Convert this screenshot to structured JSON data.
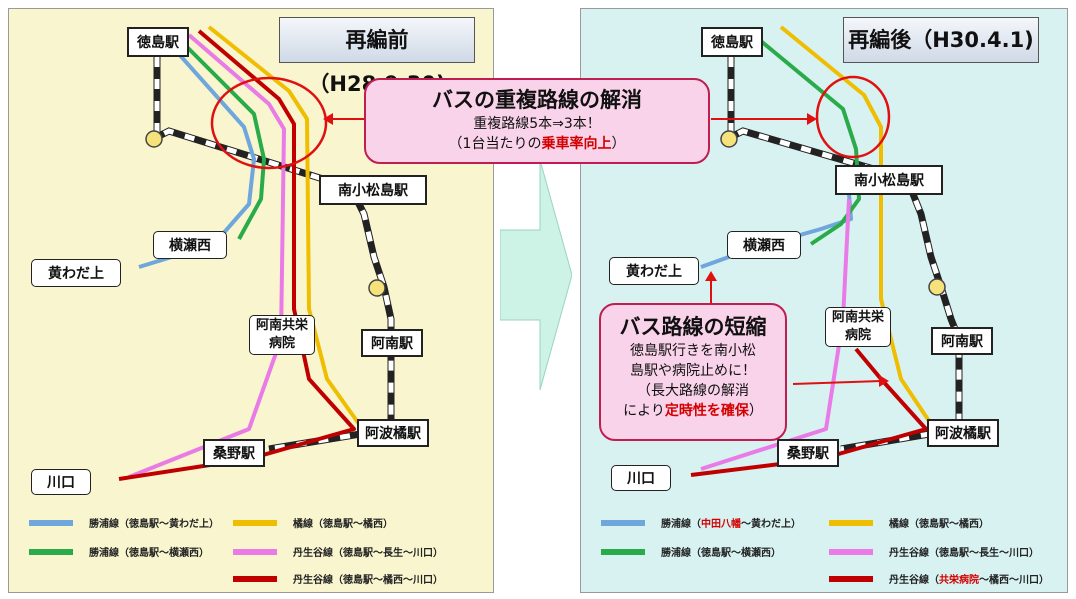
{
  "colors": {
    "before_bg": "#f8f5cf",
    "after_bg": "#d8f2f2",
    "katsuura": "#6fa6dc",
    "katsuura2": "#2aab4a",
    "tachibana": "#efbe00",
    "niudani1": "#e97ae6",
    "niudani2": "#c00000",
    "callout_fill": "#f9d3ea",
    "callout_border": "#c01d50",
    "accent_red": "#d40000",
    "big_arrow": "#cdf2e6"
  },
  "before": {
    "title": "再編前（H28.9.30)",
    "stations": {
      "tokushima": "徳島駅",
      "minamikomatsushima": "南小松島駅",
      "anan": "阿南駅",
      "awatachibana": "阿波橘駅",
      "kuwano": "桑野駅"
    },
    "stops": {
      "yokosenishi": "横瀬西",
      "kiwadakami": "黄わだ上",
      "hospital_l1": "阿南共栄",
      "hospital_l2": "病院",
      "kawaguchi": "川口"
    },
    "legend": [
      {
        "color": "#6fa6dc",
        "text": "勝浦線（徳島駅～黄わだ上）"
      },
      {
        "color": "#efbe00",
        "text": "橘線（徳島駅～橘西）"
      },
      {
        "color": "#2aab4a",
        "text": "勝浦線（徳島駅～横瀬西）"
      },
      {
        "color": "#e97ae6",
        "text": "丹生谷線（徳島駅～長生～川口）"
      },
      {
        "color": "#c00000",
        "text": "丹生谷線（徳島駅～橘西～川口）"
      }
    ]
  },
  "after": {
    "title": "再編後（H30.4.1)",
    "stations": {
      "tokushima": "徳島駅",
      "minamikomatsushima": "南小松島駅",
      "anan": "阿南駅",
      "awatachibana": "阿波橘駅",
      "kuwano": "桑野駅"
    },
    "stops": {
      "yokosenishi": "横瀬西",
      "kiwadakami": "黄わだ上",
      "hospital_l1": "阿南共栄",
      "hospital_l2": "病院",
      "kawaguchi": "川口"
    },
    "legend": [
      {
        "color": "#6fa6dc",
        "pre": "勝浦線（",
        "red": "中田八幡",
        "post": "～黄わだ上）"
      },
      {
        "color": "#efbe00",
        "pre": "橘線（徳島駅～橘西）",
        "red": "",
        "post": ""
      },
      {
        "color": "#2aab4a",
        "pre": "勝浦線（徳島駅～横瀬西）",
        "red": "",
        "post": ""
      },
      {
        "color": "#e97ae6",
        "pre": "丹生谷線（徳島駅～長生～川口）",
        "red": "",
        "post": ""
      },
      {
        "color": "#c00000",
        "pre": "丹生谷線（",
        "red": "共栄病院",
        "post": "～橘西～川口）"
      }
    ]
  },
  "callout_overlap": {
    "head": "バスの重複路線の解消",
    "line1": "重複路線5本⇒3本！",
    "line2_pre": "（1台当たりの",
    "line2_red": "乗車率向上",
    "line2_post": "）"
  },
  "callout_shorten": {
    "head": "バス路線の短縮",
    "line1": "徳島駅行きを南小松",
    "line2": "島駅や病院止めに！",
    "line3": "（長大路線の解消",
    "line4_pre": "により",
    "line4_red": "定時性を確保",
    "line4_post": "）"
  }
}
